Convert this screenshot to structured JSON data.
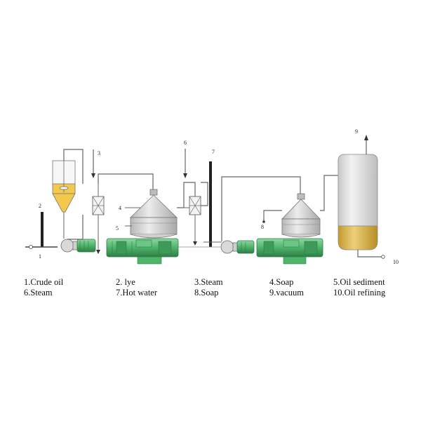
{
  "diagram": {
    "stream_numbers": [
      "1",
      "2",
      "3",
      "4",
      "5",
      "6",
      "7",
      "8",
      "9",
      "10"
    ],
    "colors": {
      "oil": "#f2c94c",
      "motor_green": "#5fc17a",
      "motor_dark": "#2e7d45",
      "vessel": "#e4e4e4",
      "sediment": "#d6b24a",
      "pipe": "#666666"
    }
  },
  "legend": {
    "col1": [
      "1.Crude oil",
      "6.Steam"
    ],
    "col2": [
      "2. lye",
      "7.Hot water"
    ],
    "col3": [
      "3.Steam",
      "8.Soap"
    ],
    "col4": [
      "4.Soap",
      "9.vacuum"
    ],
    "col5": [
      "5.Oil sediment",
      "10.Oil refining"
    ]
  }
}
